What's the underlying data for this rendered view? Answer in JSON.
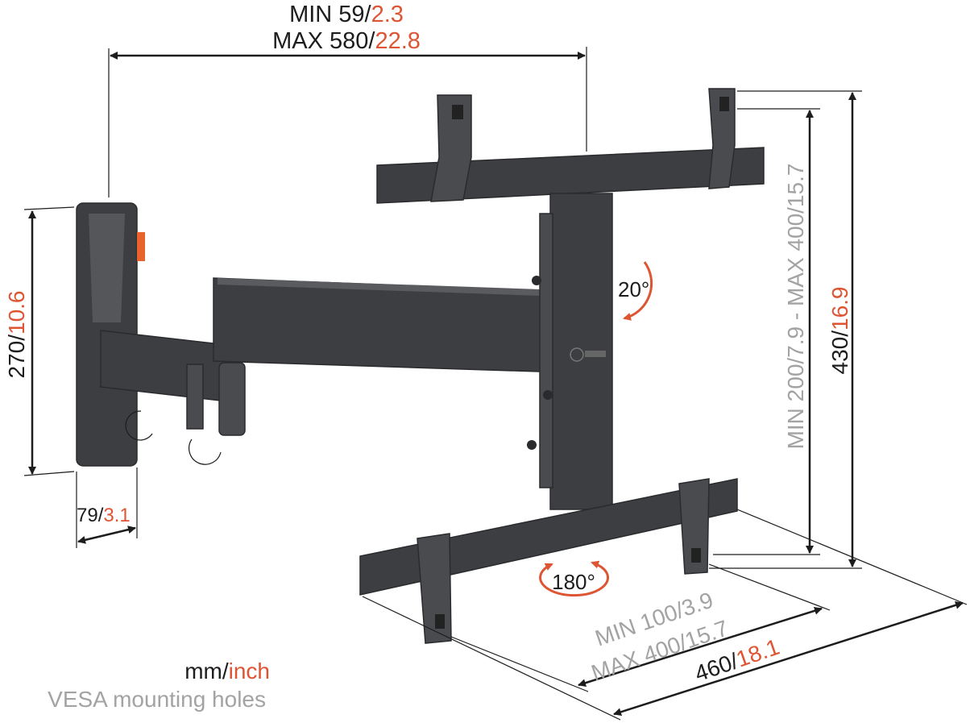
{
  "dimensions": {
    "depth_min": {
      "mm": "MIN 59/",
      "inch": "2.3"
    },
    "depth_max": {
      "mm": "MAX 580/",
      "inch": "22.8"
    },
    "wall_plate_height": {
      "mm": "270/",
      "inch": "10.6"
    },
    "wall_plate_width": {
      "mm": "79/",
      "inch": "3.1"
    },
    "vesa_vertical": {
      "text": "MIN 200/7.9 - MAX 400/15.7"
    },
    "total_height": {
      "mm": "430/",
      "inch": "16.9"
    },
    "vesa_horizontal_min": {
      "text": "MIN 100/3.9"
    },
    "vesa_horizontal_max": {
      "text": "MAX 400/15.7"
    },
    "total_width": {
      "mm": "460/",
      "inch": "18.1"
    }
  },
  "rotations": {
    "tilt": "20°",
    "swivel": "180°"
  },
  "legend": {
    "unit_mm": "mm/",
    "unit_inch": "inch",
    "vesa_note": "VESA mounting holes"
  },
  "colors": {
    "accent": "#dd5533",
    "gray_text": "#a3a3a3",
    "metal": "#3d3e41"
  }
}
